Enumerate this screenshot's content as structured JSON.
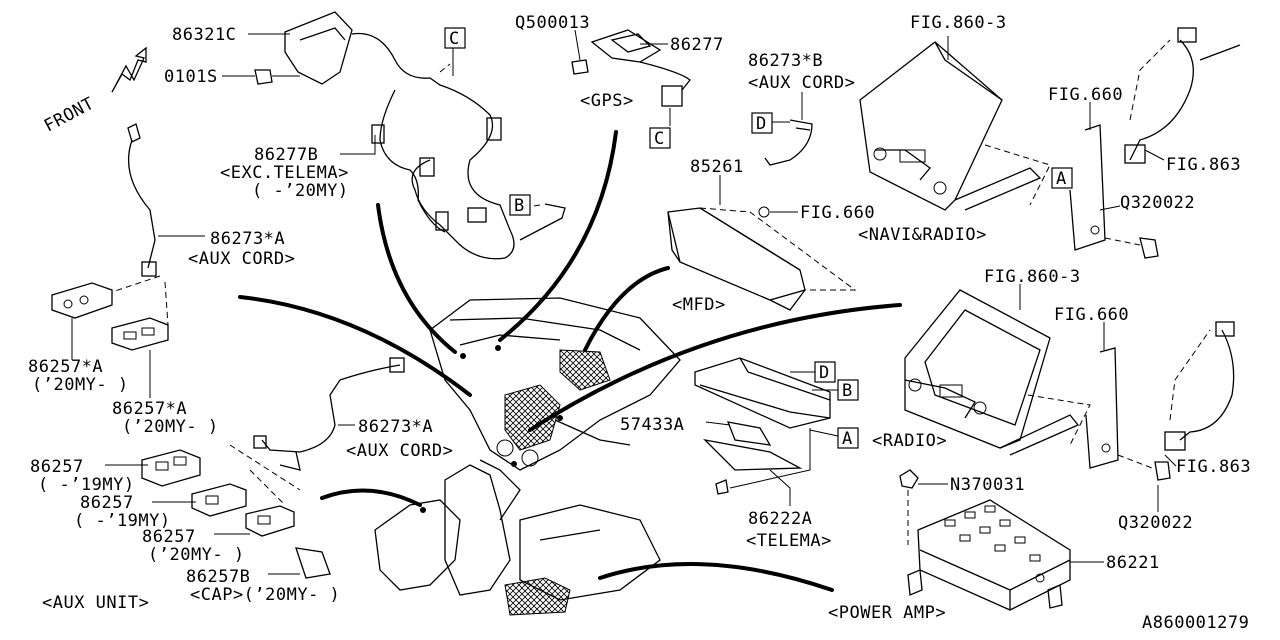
{
  "front_label": "FRONT",
  "diagram_code": "A860001279",
  "parts": {
    "p86321c": "86321C",
    "p0101s": "0101S",
    "p86277b": "86277B",
    "exc_telema": "<EXC.TELEMA>",
    "my20_before": "( -’20MY)",
    "q500013": "Q500013",
    "p86277": "86277",
    "gps": "<GPS>",
    "p86273b": "86273*B",
    "aux_cord_b": "<AUX CORD>",
    "fig_860_3_top": "FIG.860-3",
    "fig660_top": "FIG.660",
    "fig863_top": "FIG.863",
    "q320022_top": "Q320022",
    "navi_radio": "<NAVI&RADIO>",
    "p85261": "85261",
    "fig660_mfd": "FIG.660",
    "mfd": "<MFD>",
    "p86273a_1": "86273*A",
    "aux_cord_a1": "<AUX CORD>",
    "p86257a_1": "86257*A",
    "my20_a1": "(’20MY- )",
    "p86257a_2": "86257*A",
    "my20_a2": "(’20MY- )",
    "p86273a_2": "86273*A",
    "aux_cord_a2": "<AUX CORD>",
    "p86257_1": "86257",
    "my19_1": "( -’19MY)",
    "p86257_2": "86257",
    "my19_2": "( -’19MY)",
    "p86257_3": "86257",
    "my20_3": "(’20MY- )",
    "p86257b": "86257B",
    "cap_20my": "<CAP>(’20MY- )",
    "aux_unit": "<AUX UNIT>",
    "p57433a": "57433A",
    "p86222a": "86222A",
    "telema": "<TELEMA>",
    "fig_860_3_bot": "FIG.860-3",
    "fig660_bot": "FIG.660",
    "radio": "<RADIO>",
    "fig863_bot": "FIG.863",
    "q320022_bot": "Q320022",
    "n370031": "N370031",
    "p86221": "86221",
    "power_amp": "<POWER AMP>"
  },
  "callouts": {
    "c_top": "C",
    "c_gps": "C",
    "b_cord": "B",
    "d_aux": "D",
    "d_telema": "D",
    "b_telema": "B",
    "a_telema": "A",
    "a_navi": "A"
  }
}
